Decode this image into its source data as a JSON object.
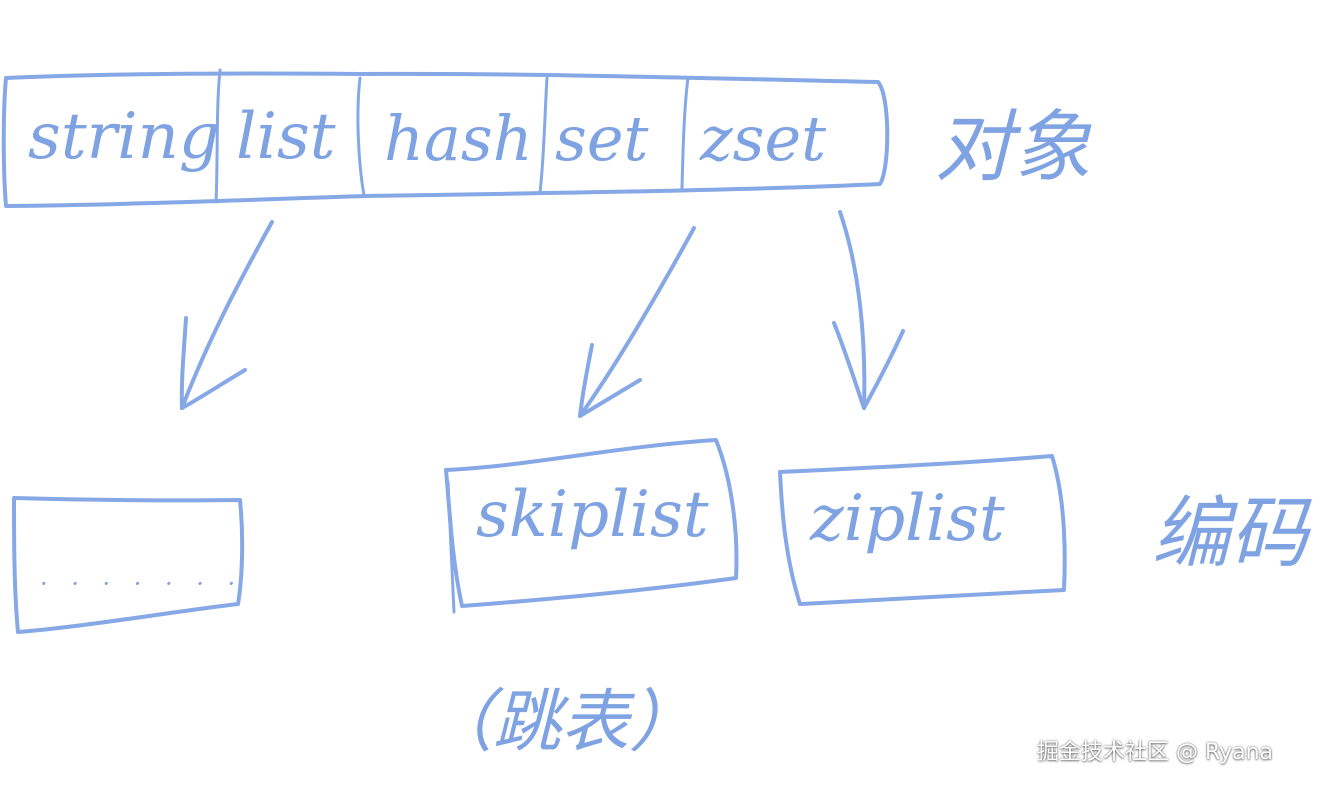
{
  "objects": {
    "cells": [
      "string",
      "list",
      "hash",
      "set",
      "zset"
    ],
    "label": "对象"
  },
  "encodings": {
    "label": "编码",
    "boxes": [
      {
        "name": "blank",
        "text": "· · · · · · ·"
      },
      {
        "name": "skiplist",
        "text": "skiplist"
      },
      {
        "name": "ziplist",
        "text": "ziplist"
      }
    ],
    "skiplist_note": "（跳表）"
  },
  "watermark": "掘金技术社区 @ Ryana",
  "colors": {
    "ink": "#86a8e6",
    "background": "#ffffff"
  }
}
